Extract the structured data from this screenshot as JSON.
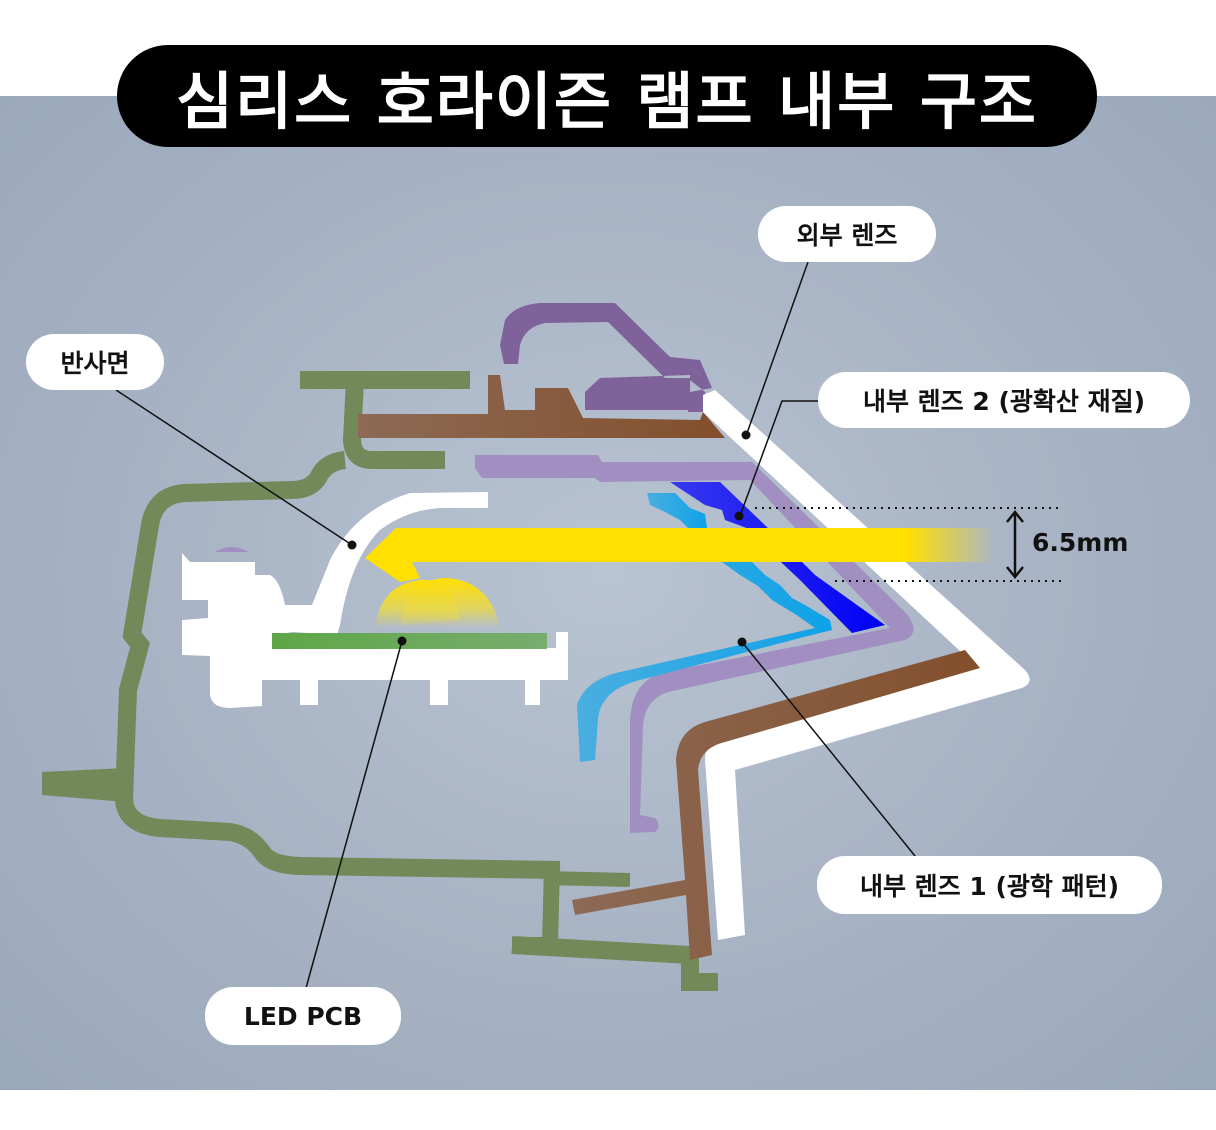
{
  "title": "심리스 호라이즌 램프 내부 구조",
  "labels": {
    "outer_lens": "외부 렌즈",
    "inner_lens_2": "내부 렌즈 2 (광확산 재질)",
    "reflector": "반사면",
    "inner_lens_1": "내부 렌즈 1 (광학 패턴)",
    "led_pcb": "LED PCB"
  },
  "dimension": {
    "value": "6.5mm",
    "icon": "double-arrow-vertical"
  },
  "colors": {
    "background": "#a6b2c4",
    "title_bg": "#000000",
    "housing_green": "#728a59",
    "brown": "#8a5d3f",
    "purple_dark": "#7e6299",
    "purple_light": "#a08fc0",
    "blue_dark": "#1a1aef",
    "blue_light": "#2aa5e0",
    "yellow_light": "#ffe000",
    "pcb_green": "#5fa64b",
    "white": "#ffffff"
  }
}
